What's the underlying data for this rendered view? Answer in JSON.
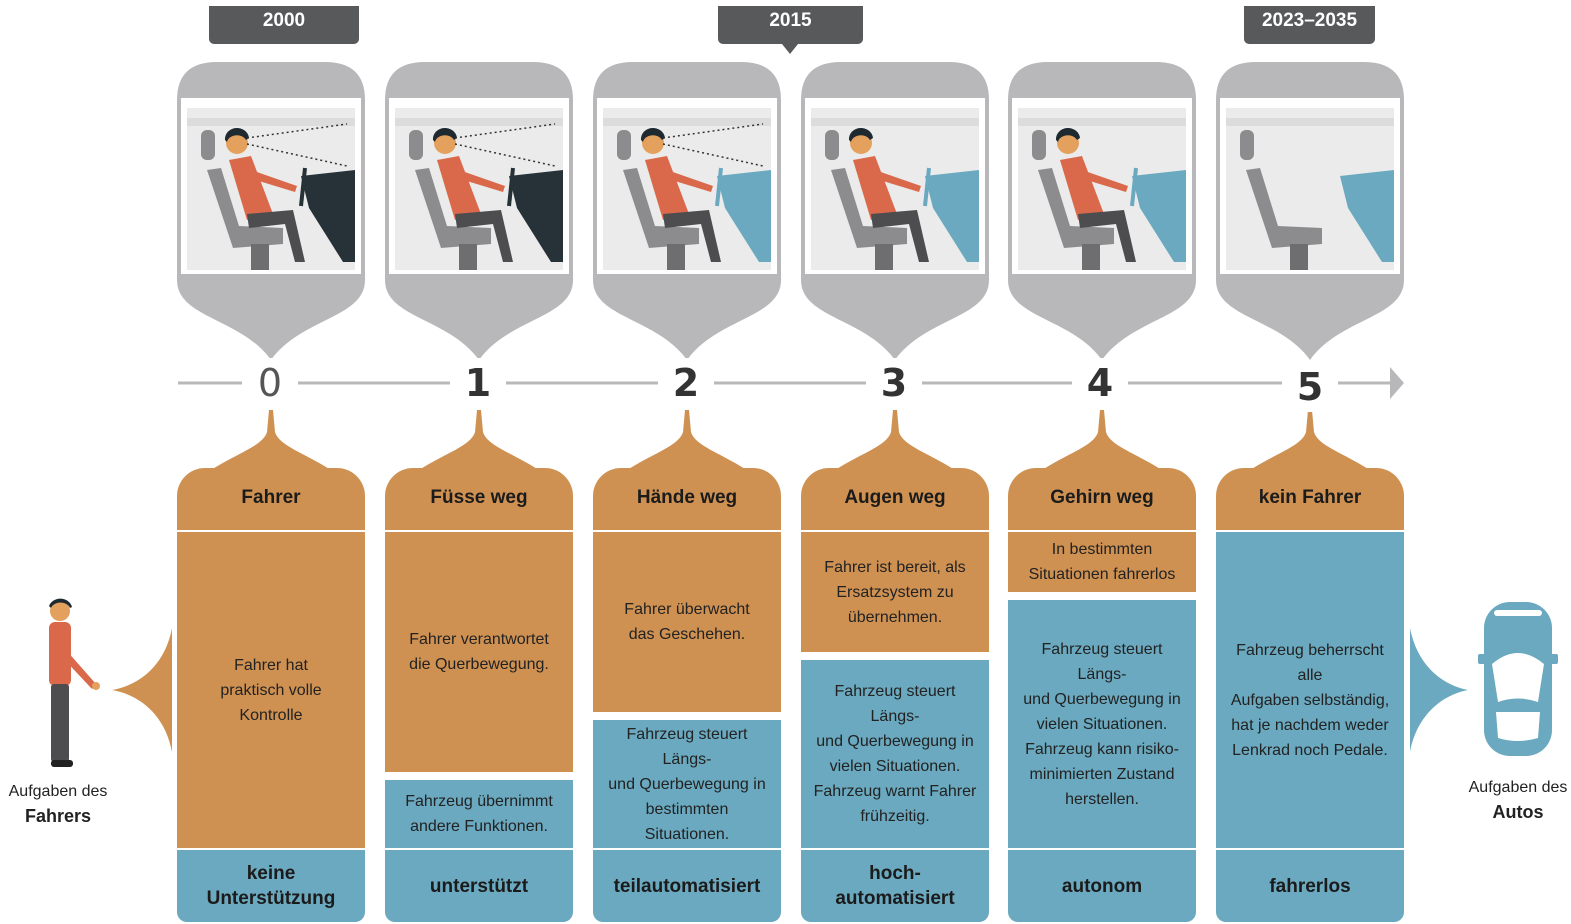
{
  "years": [
    "2000",
    "2015",
    "2023–2035"
  ],
  "levels": [
    "0",
    "1",
    "2",
    "3",
    "4",
    "5"
  ],
  "columns": [
    {
      "title": "Fahrer",
      "driver": "Fahrer hat\npraktisch volle\nKontrolle",
      "car": "",
      "footer": "keine\nUnterstützung"
    },
    {
      "title": "Füsse weg",
      "driver": "Fahrer verantwortet\ndie Querbewegung.",
      "car": "Fahrzeug übernimmt\nandere Funktionen.",
      "footer": "unterstützt"
    },
    {
      "title": "Hände weg",
      "driver": "Fahrer  überwacht\ndas Geschehen.",
      "car": "Fahrzeug steuert Längs-\nund Querbewegung in\nbestimmten Situationen.",
      "footer": "teilautomatisiert"
    },
    {
      "title": "Augen weg",
      "driver": "Fahrer ist bereit, als\nErsatzsystem zu\nübernehmen.",
      "car": "Fahrzeug steuert Längs-\nund Querbewegung in\nvielen Situationen.\nFahrzeug warnt Fahrer\nfrühzeitig.",
      "footer": "hoch-\nautomatisiert"
    },
    {
      "title": "Gehirn weg",
      "driver": "In bestimmten\nSituationen fahrerlos",
      "car": "Fahrzeug steuert Längs-\nund Querbewegung in\nvielen Situationen.\nFahrzeug kann risiko-\nminimierten Zustand\nherstellen.",
      "footer": "autonom"
    },
    {
      "title": "kein Fahrer",
      "driver": "",
      "car": "Fahrzeug beherrscht alle\nAufgaben selbständig,\nhat je nachdem weder\nLenkrad noch Pedale.",
      "footer": "fahrerlos"
    }
  ],
  "left_label": {
    "line1": "Aufgaben des",
    "line2": "Fahrers"
  },
  "right_label": {
    "line1": "Aufgaben des",
    "line2": "Autos"
  },
  "colors": {
    "driver": "#cf9152",
    "car": "#6aa9bf",
    "tag": "#58595b",
    "panel": "#b8b8ba",
    "figure": "#d9694a"
  }
}
